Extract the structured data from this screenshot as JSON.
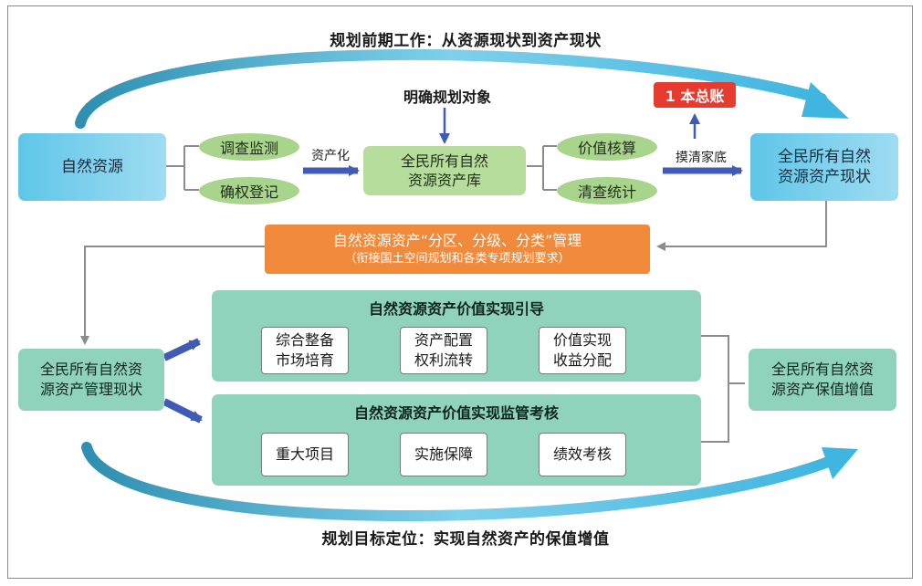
{
  "top_title": "规划前期工作：从资源现状到资产现状",
  "bottom_title": "规划目标定位：实现自然资产的保值增值",
  "row1": {
    "natural_resources": "自然资源",
    "survey_monitor": "调查监测",
    "rights_register": "确权登记",
    "capitalization": "资产化",
    "clarify_target": "明确规划对象",
    "asset_library_line1": "全民所有自然",
    "asset_library_line2": "资源资产库",
    "value_check": "价值核算",
    "inventory_stats": "清查统计",
    "find_baseline": "摸清家底",
    "one_ledger": "1 本总账",
    "asset_status_line1": "全民所有自然",
    "asset_status_line2": "资源资产现状"
  },
  "orange_bar": {
    "line1": "自然资源资产“分区、分级、分类”管理",
    "line2": "（衔接国土空间规划和各类专项规划要求）"
  },
  "left_box": {
    "line1": "全民所有自然资",
    "line2": "源资产管理现状"
  },
  "panel_guide": {
    "title": "自然资源资产价值实现引导",
    "items": [
      {
        "line1": "综合整备",
        "line2": "市场培育"
      },
      {
        "line1": "资产配置",
        "line2": "权利流转"
      },
      {
        "line1": "价值实现",
        "line2": "收益分配"
      }
    ]
  },
  "panel_supervise": {
    "title": "自然资源资产价值实现监管考核",
    "items": [
      "重大项目",
      "实施保障",
      "绩效考核"
    ]
  },
  "right_box": {
    "line1": "全民所有自然资",
    "line2": "源资产保值增值"
  },
  "colors": {
    "blue": "#5fc6e8",
    "green": "#b7dd9c",
    "teal": "#8fd3bd",
    "orange": "#f28a3c",
    "red": "#e63b2e",
    "arrow": "#3f5bb5"
  }
}
